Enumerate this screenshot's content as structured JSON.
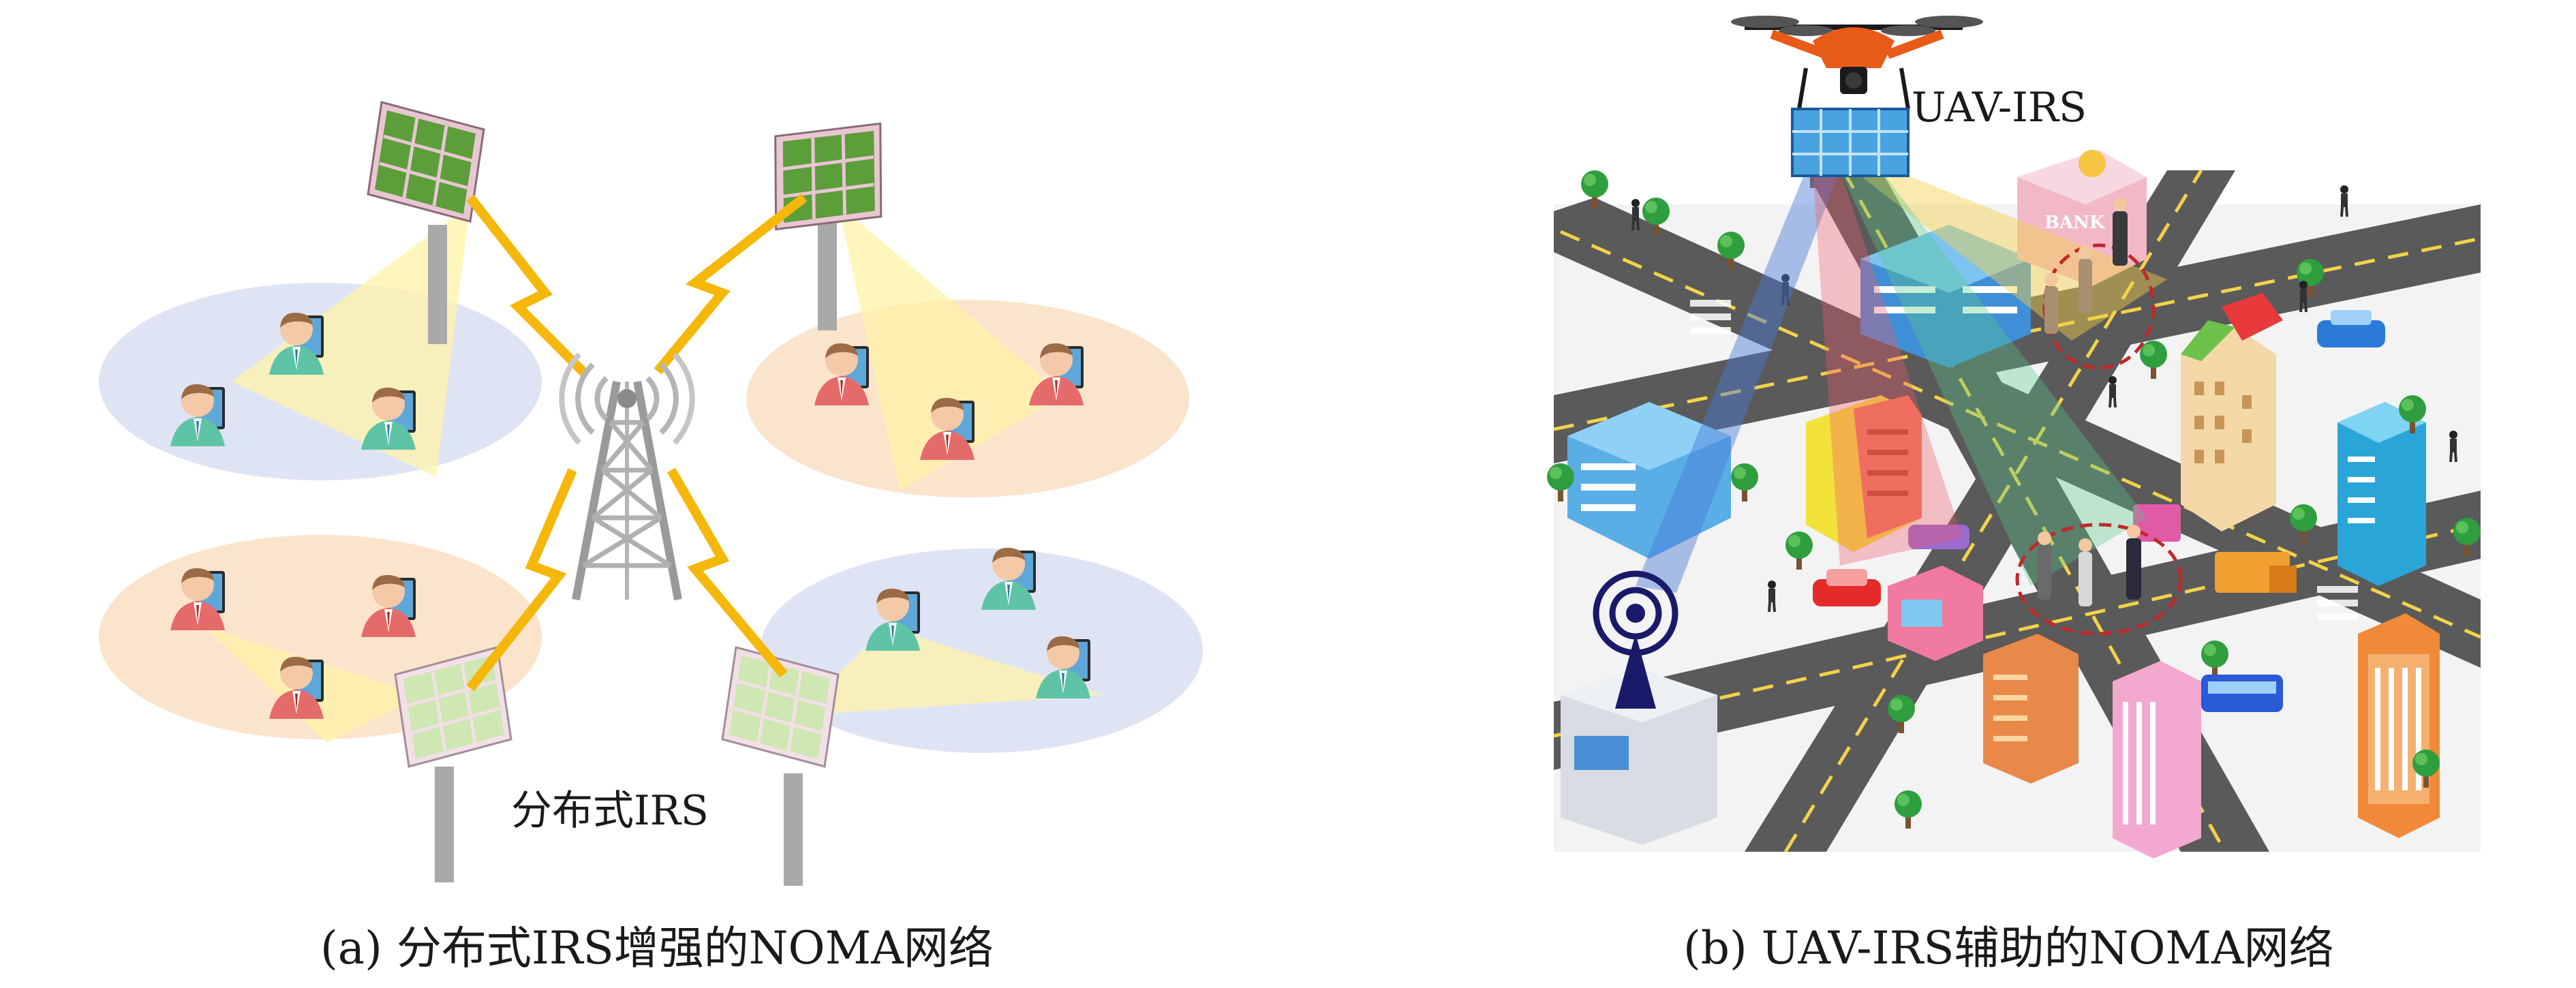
{
  "panel_a": {
    "label": "分布式IRS",
    "caption": "(a) 分布式IRS增强的NOMA网络"
  },
  "panel_b": {
    "label": "UAV-IRS",
    "caption": "(b) UAV-IRS辅助的NOMA网络",
    "bank_sign": "BANK"
  },
  "colors": {
    "cluster_blue": "#dfe4f5",
    "cluster_orange": "#fbe4cc",
    "irs_green": "#7fc45a",
    "lightning": "#f5b80a",
    "beam_yellow": "#fff4b0",
    "road": "#555555",
    "uav_irs_blue": "#4aa3e0"
  }
}
